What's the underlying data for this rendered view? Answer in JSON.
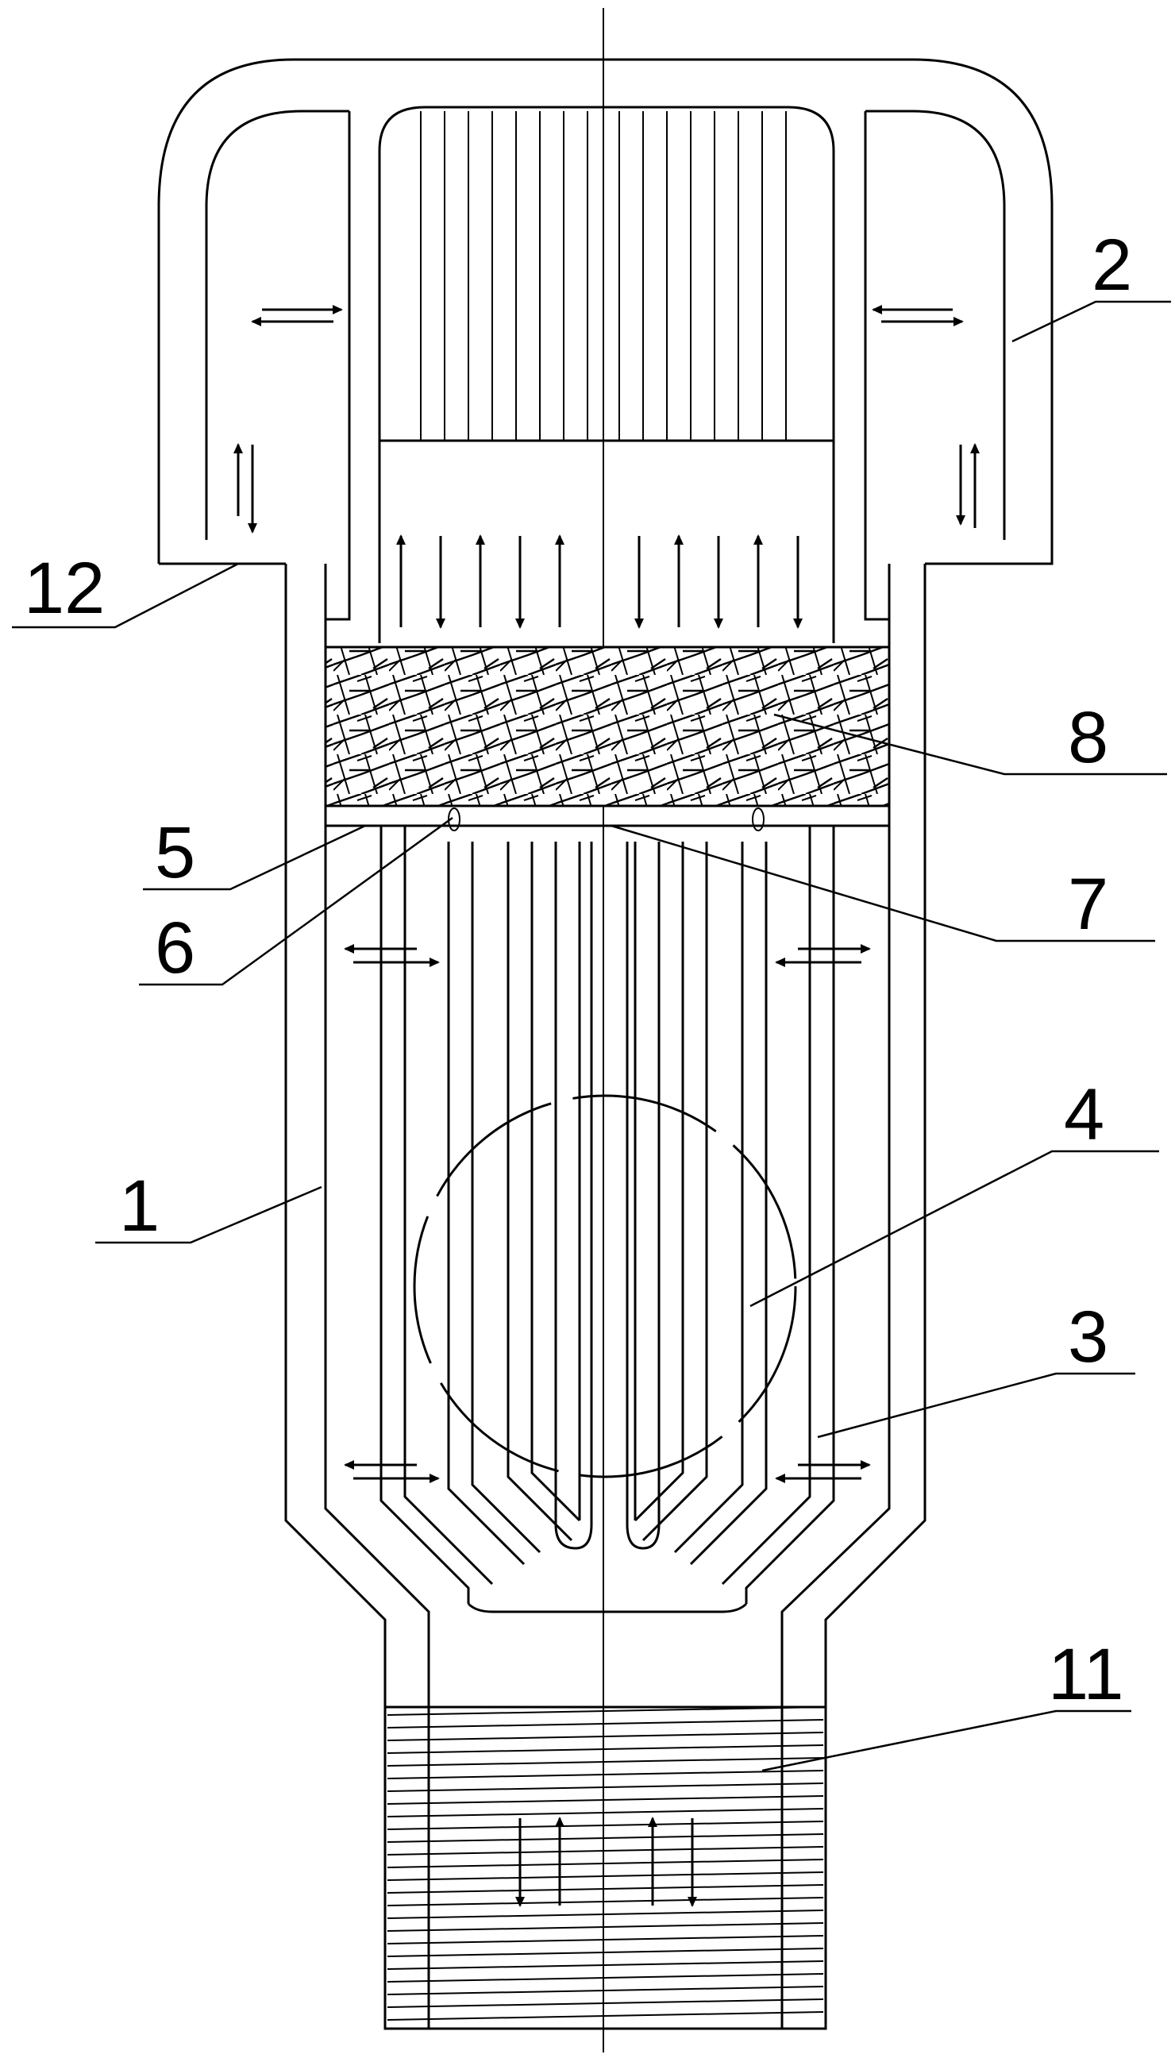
{
  "diagram": {
    "callouts": [
      {
        "id": "label-1",
        "text": "1"
      },
      {
        "id": "label-2",
        "text": "2"
      },
      {
        "id": "label-3",
        "text": "3"
      },
      {
        "id": "label-4",
        "text": "4"
      },
      {
        "id": "label-5",
        "text": "5"
      },
      {
        "id": "label-6",
        "text": "6"
      },
      {
        "id": "label-7",
        "text": "7"
      },
      {
        "id": "label-8",
        "text": "8"
      },
      {
        "id": "label-11",
        "text": "11"
      },
      {
        "id": "label-12",
        "text": "12"
      }
    ]
  }
}
